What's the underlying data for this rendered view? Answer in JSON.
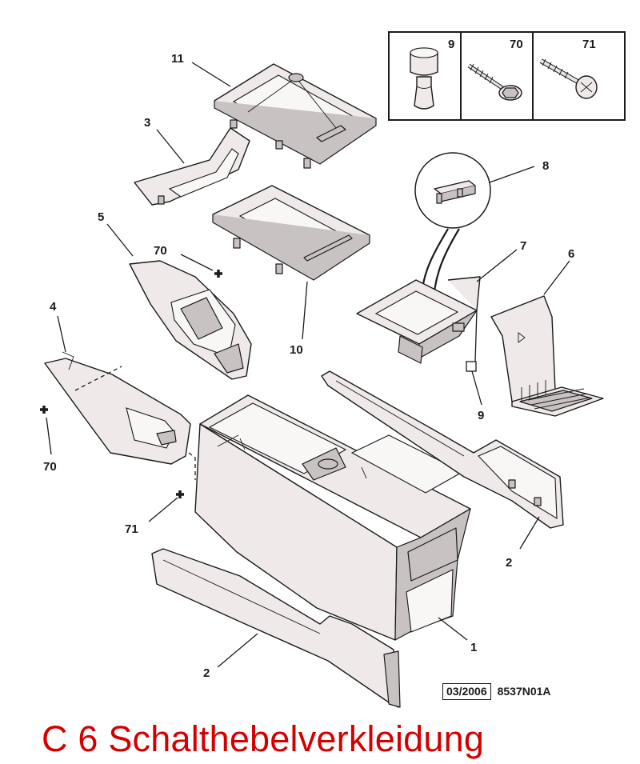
{
  "diagram": {
    "callouts": {
      "c11": "11",
      "c3": "3",
      "c5": "5",
      "c70a": "70",
      "c10": "10",
      "c8": "8",
      "c7": "7",
      "c6": "6",
      "c4": "4",
      "c70b": "70",
      "c9": "9",
      "c71": "71",
      "c2a": "2",
      "c1": "1",
      "c2b": "2"
    },
    "legend": {
      "items": [
        {
          "number": "9",
          "icon": "rubber-buffer-icon"
        },
        {
          "number": "70",
          "icon": "hex-screw-icon"
        },
        {
          "number": "71",
          "icon": "tapping-screw-icon"
        }
      ]
    },
    "reference": {
      "date": "03/2006",
      "code": "8537N01A"
    }
  },
  "caption": {
    "text": "C 6 Schalthebelverkleidung",
    "color": "#d40000"
  }
}
